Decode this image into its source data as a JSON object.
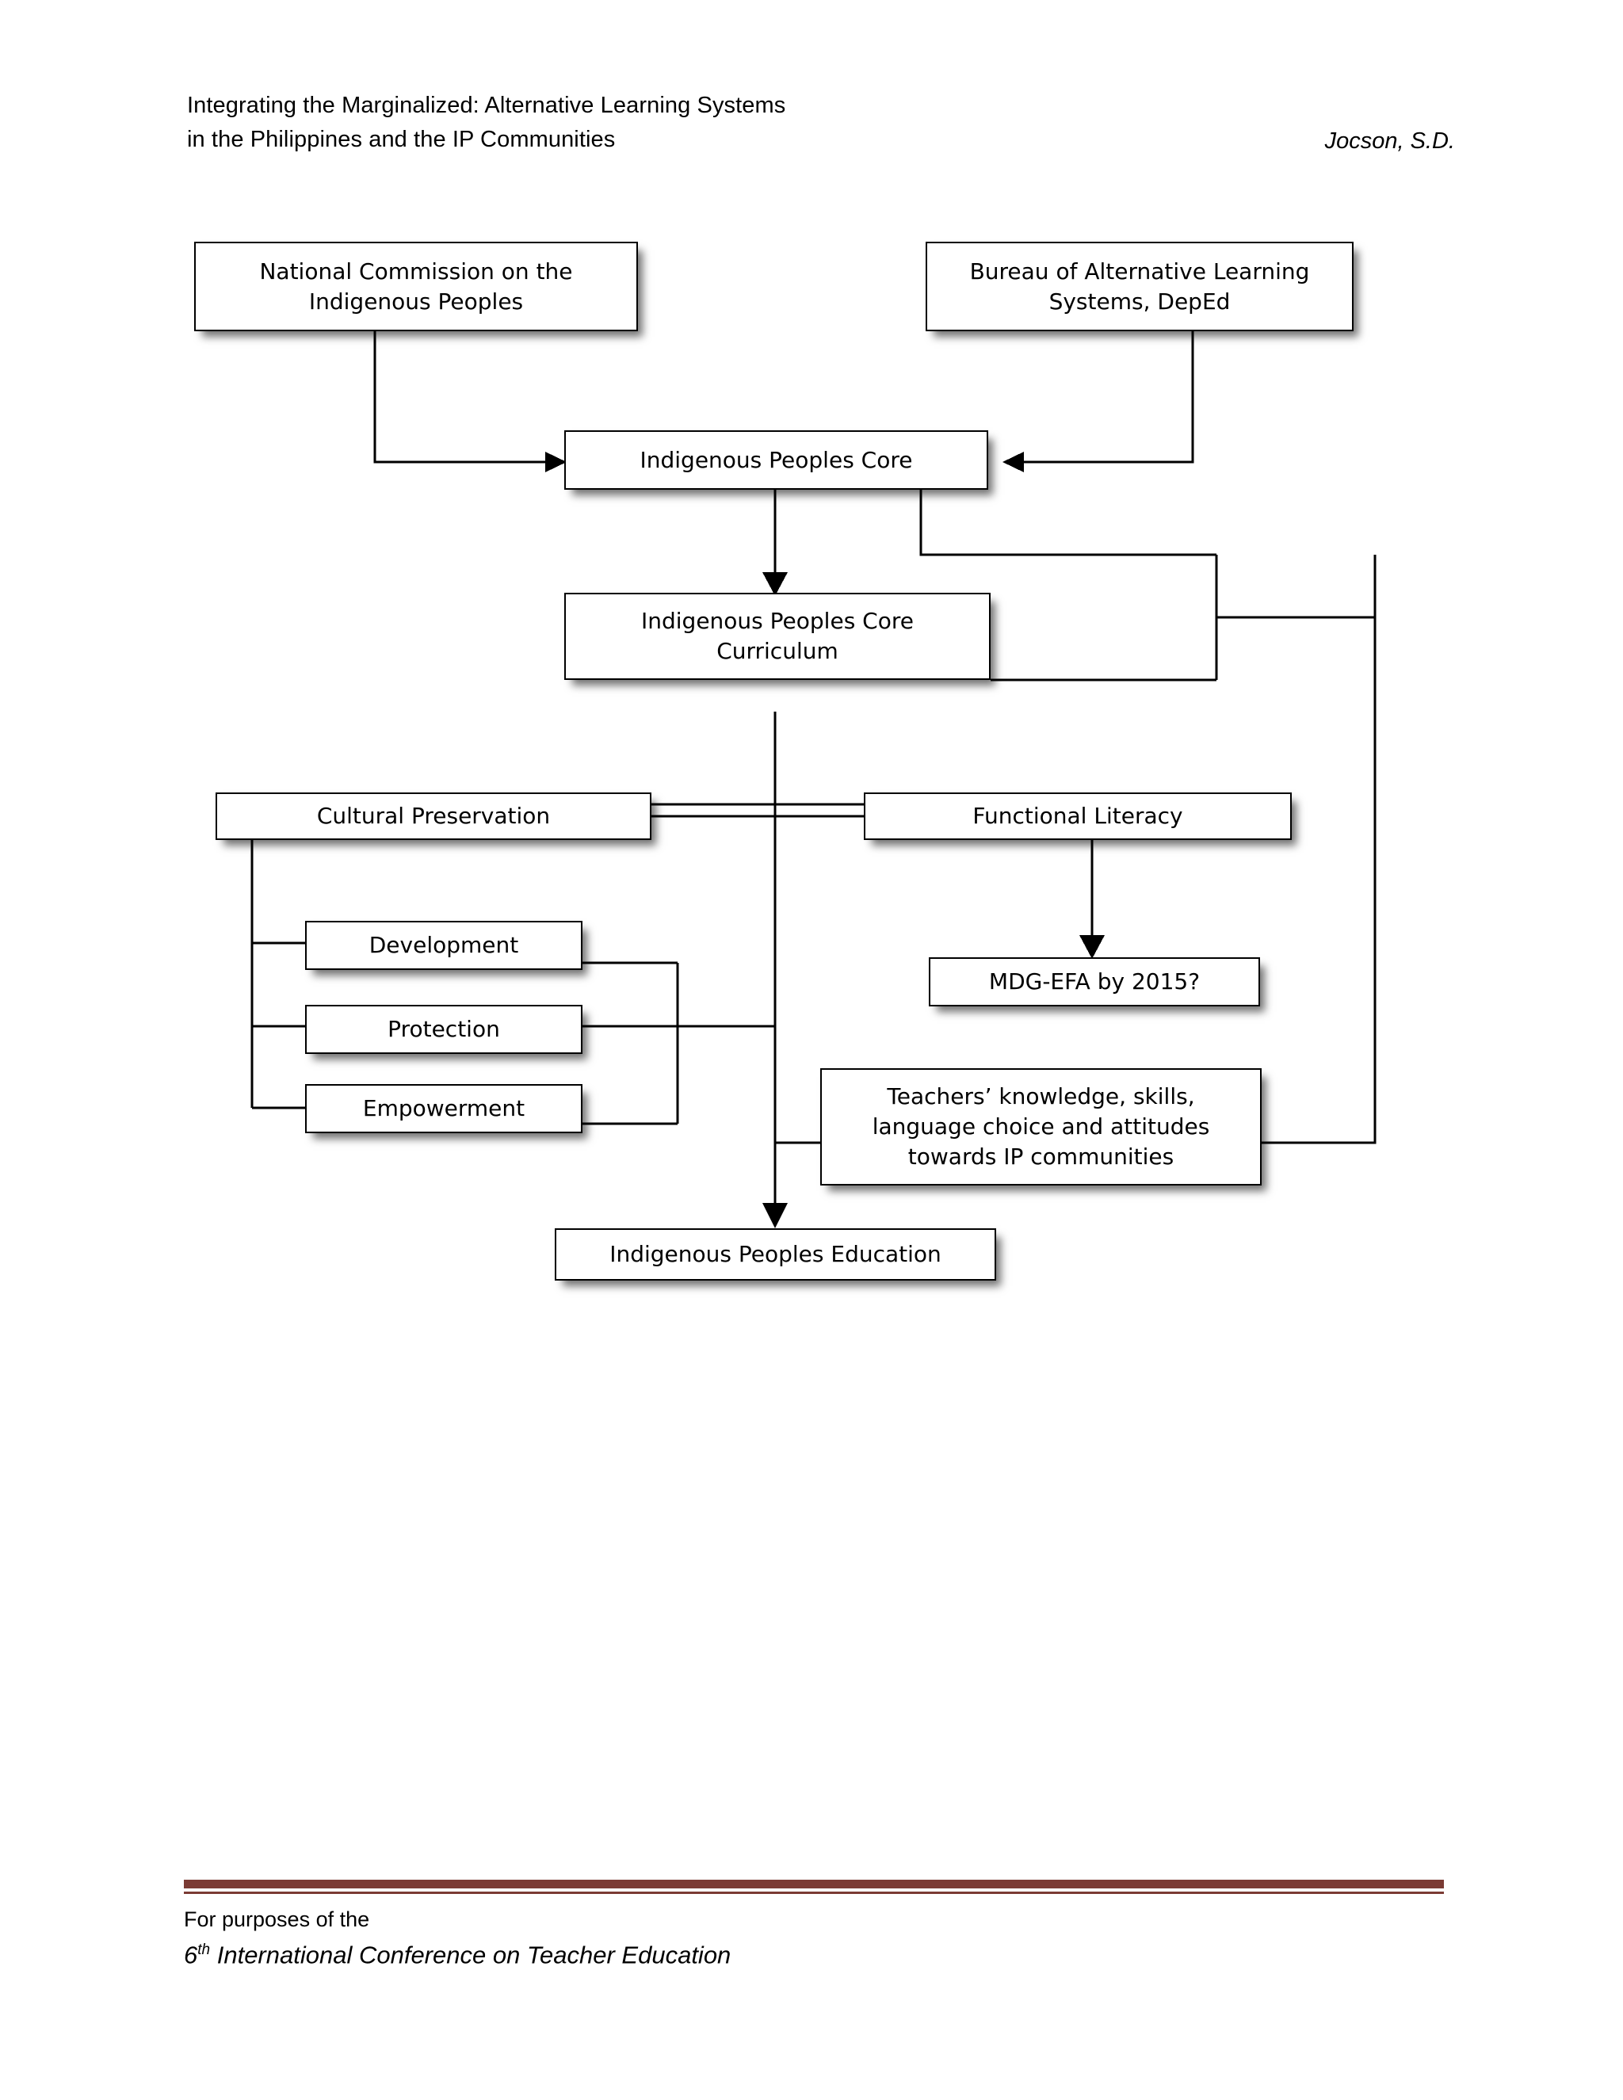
{
  "header": {
    "title_line1": "Integrating the Marginalized: Alternative Learning Systems",
    "title_line2": "in the Philippines and the IP Communities",
    "author": "Jocson, S.D."
  },
  "diagram": {
    "title": "Indigenous Peoples Education framework flowchart",
    "nodes": [
      {
        "id": "ncip",
        "label": "National Commission on the\nIndigenous Peoples"
      },
      {
        "id": "bals",
        "label": "Bureau of Alternative Learning\nSystems, DepEd"
      },
      {
        "id": "ipcore",
        "label": "Indigenous Peoples Core"
      },
      {
        "id": "ipcurric",
        "label": "Indigenous Peoples Core\nCurriculum"
      },
      {
        "id": "cultpres",
        "label": "Cultural Preservation"
      },
      {
        "id": "funclit",
        "label": "Functional Literacy"
      },
      {
        "id": "development",
        "label": "Development"
      },
      {
        "id": "protection",
        "label": "Protection"
      },
      {
        "id": "empowerment",
        "label": "Empowerment"
      },
      {
        "id": "mdgefa",
        "label": "MDG-EFA by 2015?"
      },
      {
        "id": "teachers",
        "label": "Teachers’ knowledge, skills,\nlanguage choice and attitudes\ntowards IP communities"
      },
      {
        "id": "ipeduc",
        "label": "Indigenous Peoples Education"
      }
    ],
    "edges": [
      {
        "from": "ncip",
        "to": "ipcore",
        "arrow": true
      },
      {
        "from": "bals",
        "to": "ipcore",
        "arrow": true
      },
      {
        "from": "ipcore",
        "to": "ipcurric",
        "arrow": true
      },
      {
        "from": "ipcore",
        "to": "teachers",
        "arrow": false
      },
      {
        "from": "ipcurric",
        "to": "cultpres",
        "arrow": false
      },
      {
        "from": "ipcurric",
        "to": "funclit",
        "arrow": false
      },
      {
        "from": "ipcurric",
        "to": "ipeduc",
        "arrow": true
      },
      {
        "from": "cultpres",
        "to": "development",
        "arrow": false
      },
      {
        "from": "cultpres",
        "to": "protection",
        "arrow": false
      },
      {
        "from": "cultpres",
        "to": "empowerment",
        "arrow": false
      },
      {
        "from": "cultpres",
        "to": "funclit",
        "arrow": false
      },
      {
        "from": "funclit",
        "to": "mdgefa",
        "arrow": true
      },
      {
        "from": "development",
        "to": "ipeduc",
        "arrow": false
      },
      {
        "from": "protection",
        "to": "ipeduc",
        "arrow": false
      },
      {
        "from": "empowerment",
        "to": "ipeduc",
        "arrow": false
      },
      {
        "from": "teachers",
        "to": "ipeduc",
        "arrow": false
      }
    ]
  },
  "footer": {
    "line1": "For purposes of the",
    "ordinal_number": "6",
    "ordinal_suffix": "th",
    "line2": " International Conference on Teacher Education",
    "rule_color": "#7b3b34"
  }
}
